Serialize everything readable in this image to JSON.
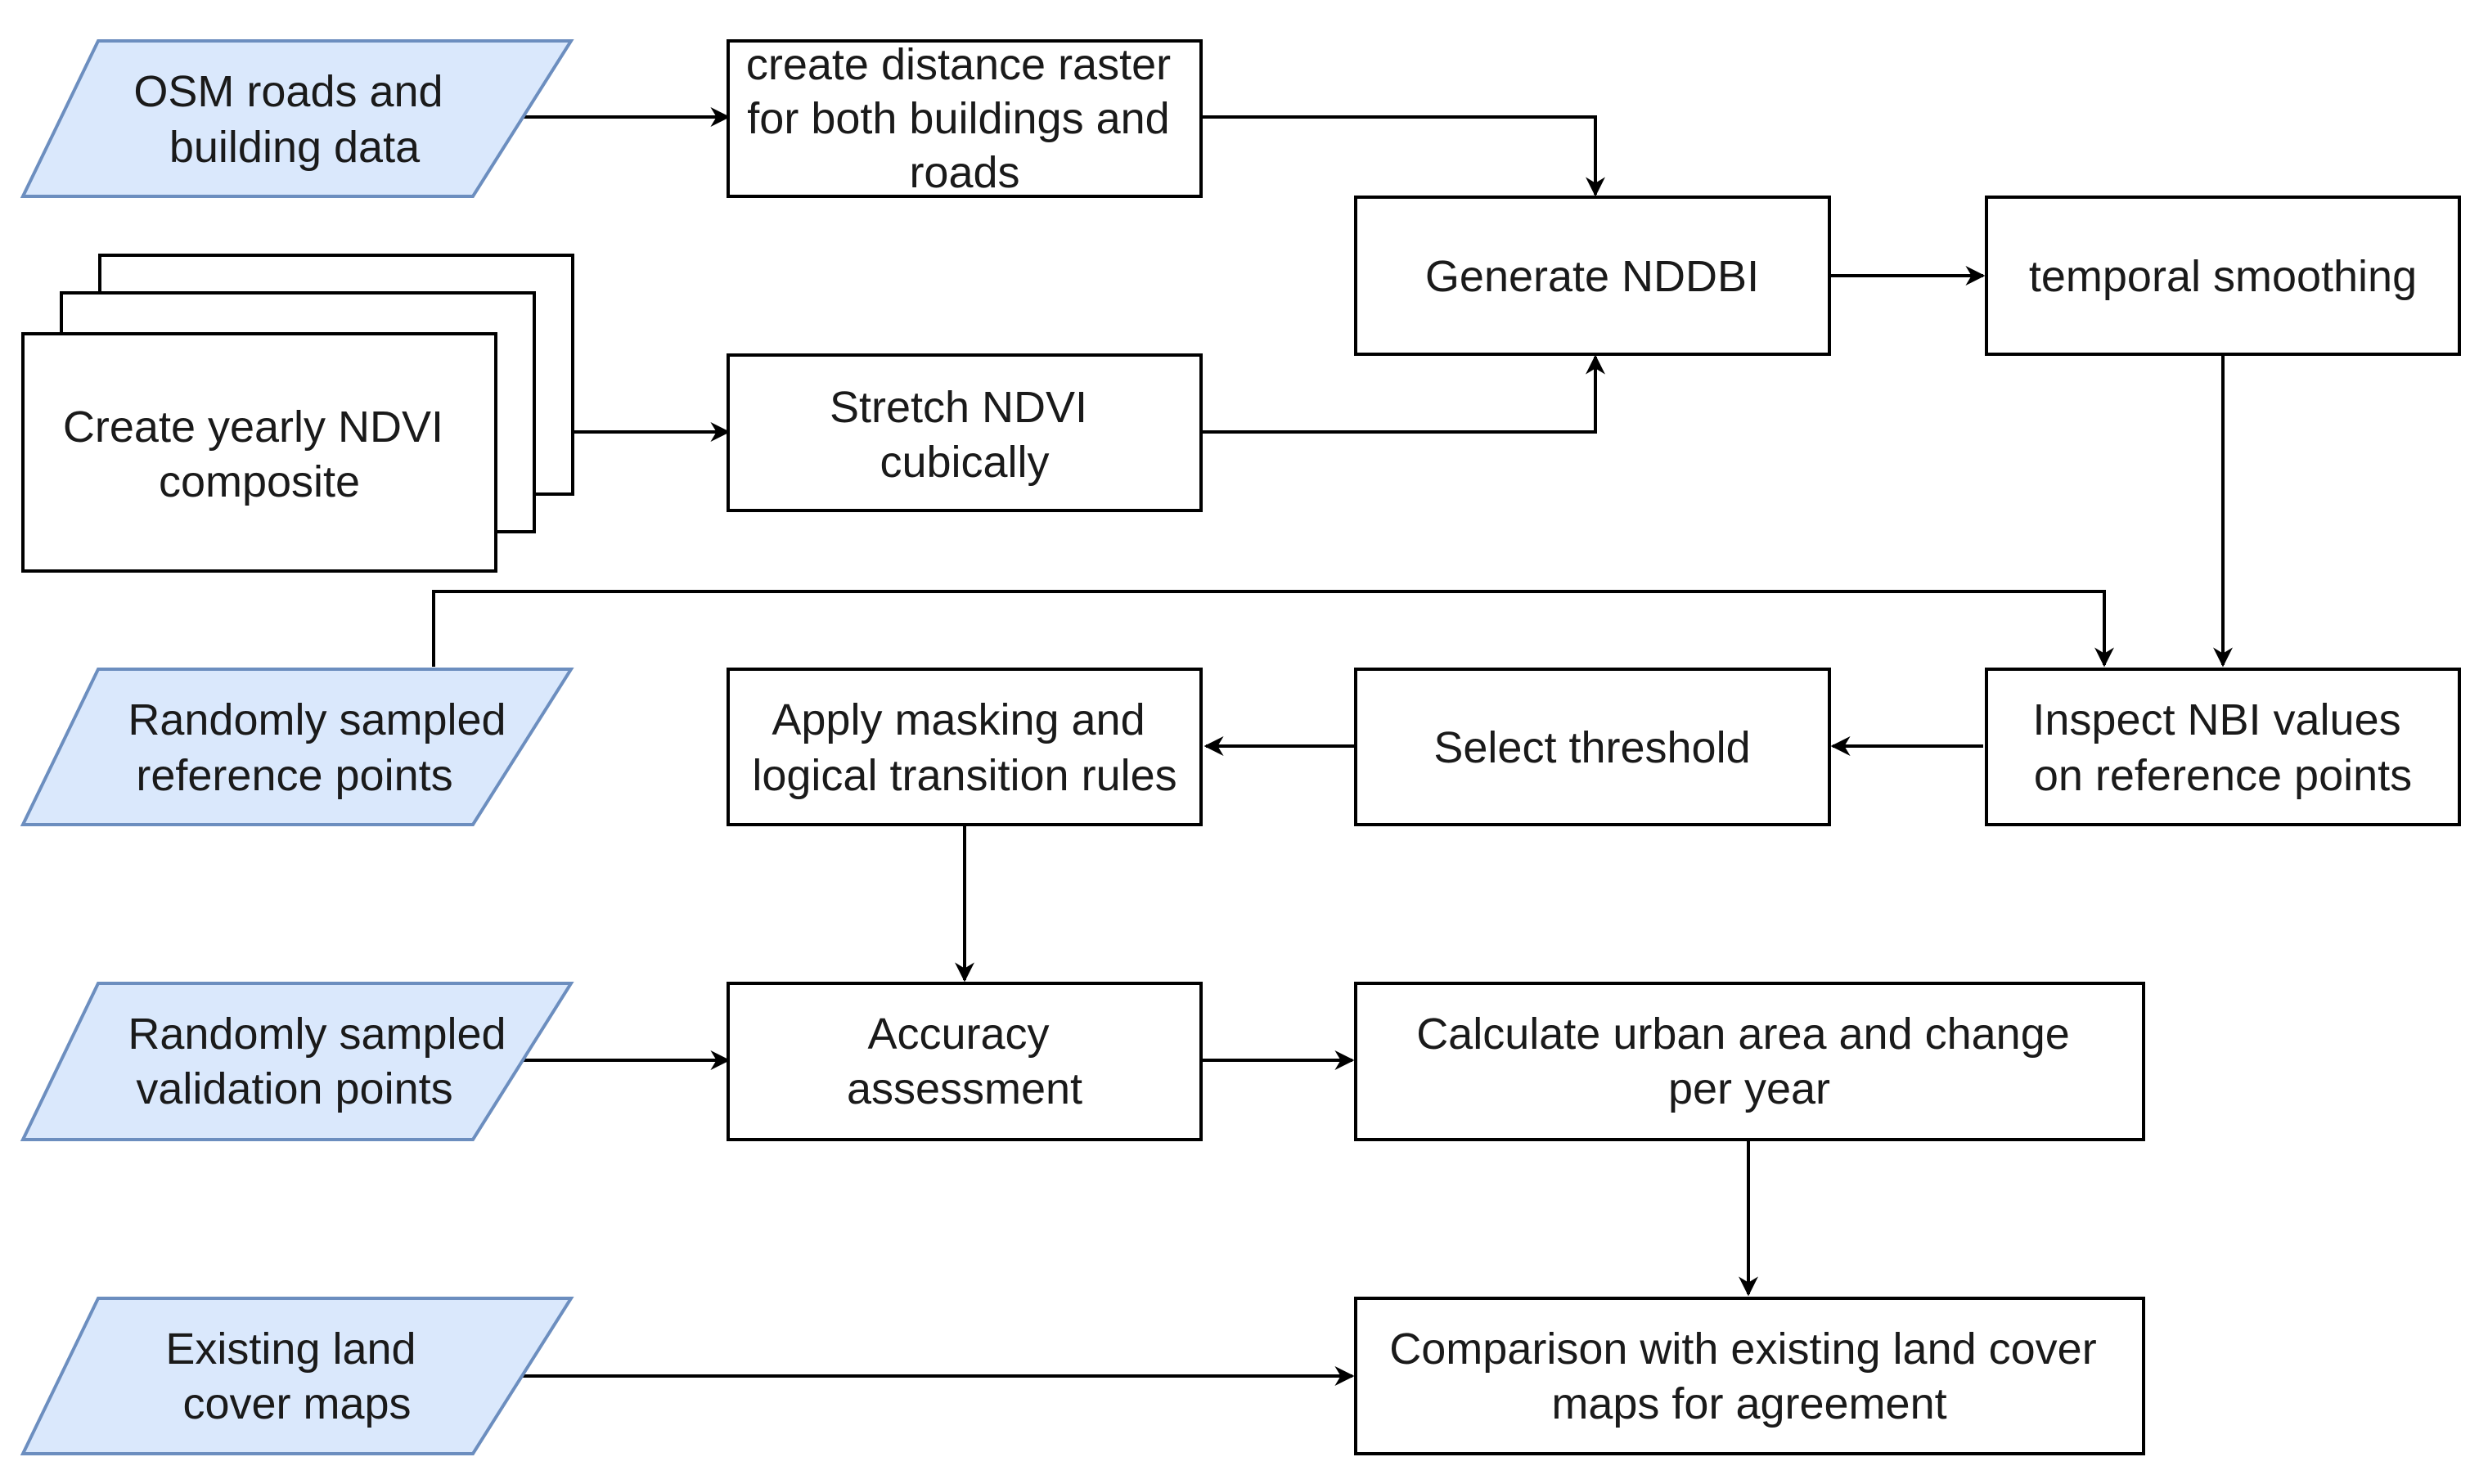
{
  "nodes": {
    "osm": {
      "lines": [
        "OSM roads and",
        "building data"
      ]
    },
    "distance": {
      "lines": [
        "create distance raster",
        "for both buildings and",
        "roads"
      ]
    },
    "ndvi_composite": {
      "lines": [
        "Create yearly NDVI",
        "composite"
      ]
    },
    "stretch": {
      "lines": [
        "Stretch NDVI",
        "cubically"
      ]
    },
    "nddbi": {
      "lines": [
        "Generate NDDBI"
      ]
    },
    "smoothing": {
      "lines": [
        "temporal smoothing"
      ]
    },
    "ref_points": {
      "lines": [
        "Randomly sampled",
        "reference points"
      ]
    },
    "masking": {
      "lines": [
        "Apply masking  and",
        "logical transition rules"
      ]
    },
    "threshold": {
      "lines": [
        "Select threshold"
      ]
    },
    "inspect": {
      "lines": [
        "Inspect NBI values",
        "on reference points"
      ]
    },
    "val_points": {
      "lines": [
        "Randomly sampled",
        "validation points"
      ]
    },
    "accuracy": {
      "lines": [
        "Accuracy",
        "assessment"
      ]
    },
    "urban": {
      "lines": [
        "Calculate urban area and change",
        "per year"
      ]
    },
    "landcover": {
      "lines": [
        "Existing land",
        "cover maps"
      ]
    },
    "comparison": {
      "lines": [
        "Comparison with existing land cover",
        "maps for agreement"
      ]
    }
  },
  "colors": {
    "data_fill": "#dae8fc",
    "data_stroke": "#6c8ebf",
    "process_fill": "#ffffff",
    "process_stroke": "#000000"
  }
}
